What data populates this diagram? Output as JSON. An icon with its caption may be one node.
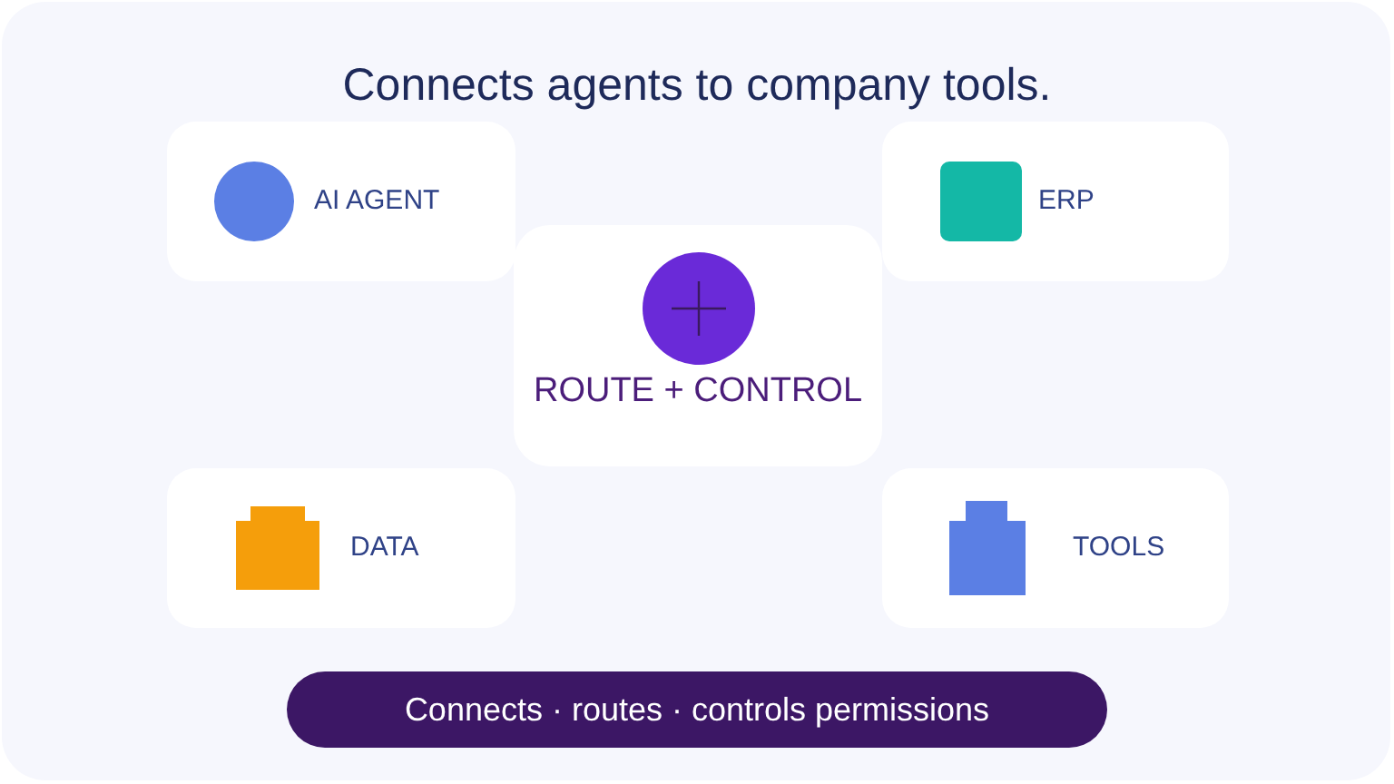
{
  "diagram": {
    "title": "Connects agents to company tools.",
    "nodes": [
      {
        "text": [
          "AI AGENT"
        ]
      },
      {
        "text": [
          "ERP"
        ]
      },
      {
        "text": [
          "ROUTE + CONTROL"
        ]
      },
      {
        "text": [
          "DATA"
        ]
      },
      {
        "text": [
          "TOOLS"
        ]
      },
      {
        "text": [
          "Connects · routes · controls permissions"
        ]
      }
    ]
  }
}
